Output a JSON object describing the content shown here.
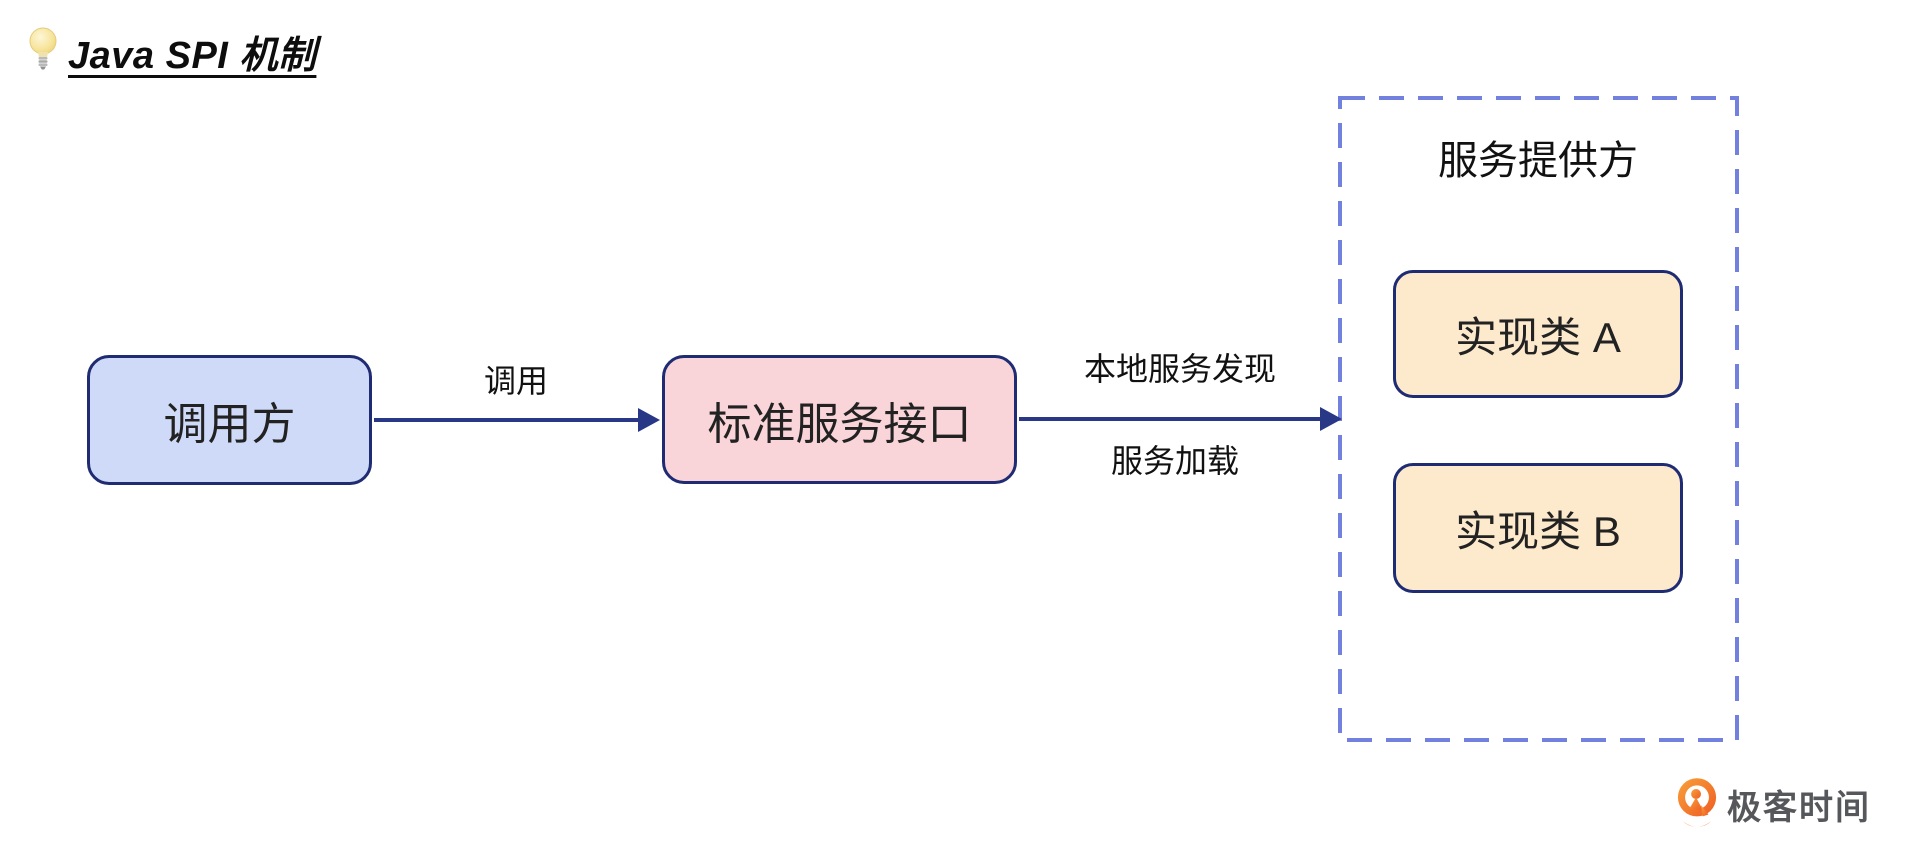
{
  "header": {
    "title": "Java SPI 机制",
    "icon": "lightbulb-icon"
  },
  "diagram": {
    "nodes": [
      {
        "id": "caller",
        "label": "调用方",
        "fill": "#cfd9f8",
        "border": "#1f2b72"
      },
      {
        "id": "interface",
        "label": "标准服务接口",
        "fill": "#f9d4d8",
        "border": "#1f2b72"
      },
      {
        "id": "impl-a",
        "label": "实现类 A",
        "fill": "#fdeacd",
        "border": "#1f2b72"
      },
      {
        "id": "impl-b",
        "label": "实现类 B",
        "fill": "#fdeacd",
        "border": "#1f2b72"
      }
    ],
    "container": {
      "label": "服务提供方",
      "border_style": "dashed",
      "border_color": "#7381de"
    },
    "edges": [
      {
        "from": "caller",
        "to": "interface",
        "label": "调用",
        "color": "#293787"
      },
      {
        "from": "interface",
        "to": "provider",
        "label_top": "本地服务发现",
        "label_bottom": "服务加载",
        "color": "#293787"
      }
    ]
  },
  "footer": {
    "logo_icon": "geektime-logo-icon",
    "logo_text": "极客时间",
    "logo_color": "#f26a22",
    "text_color": "#55575a"
  }
}
